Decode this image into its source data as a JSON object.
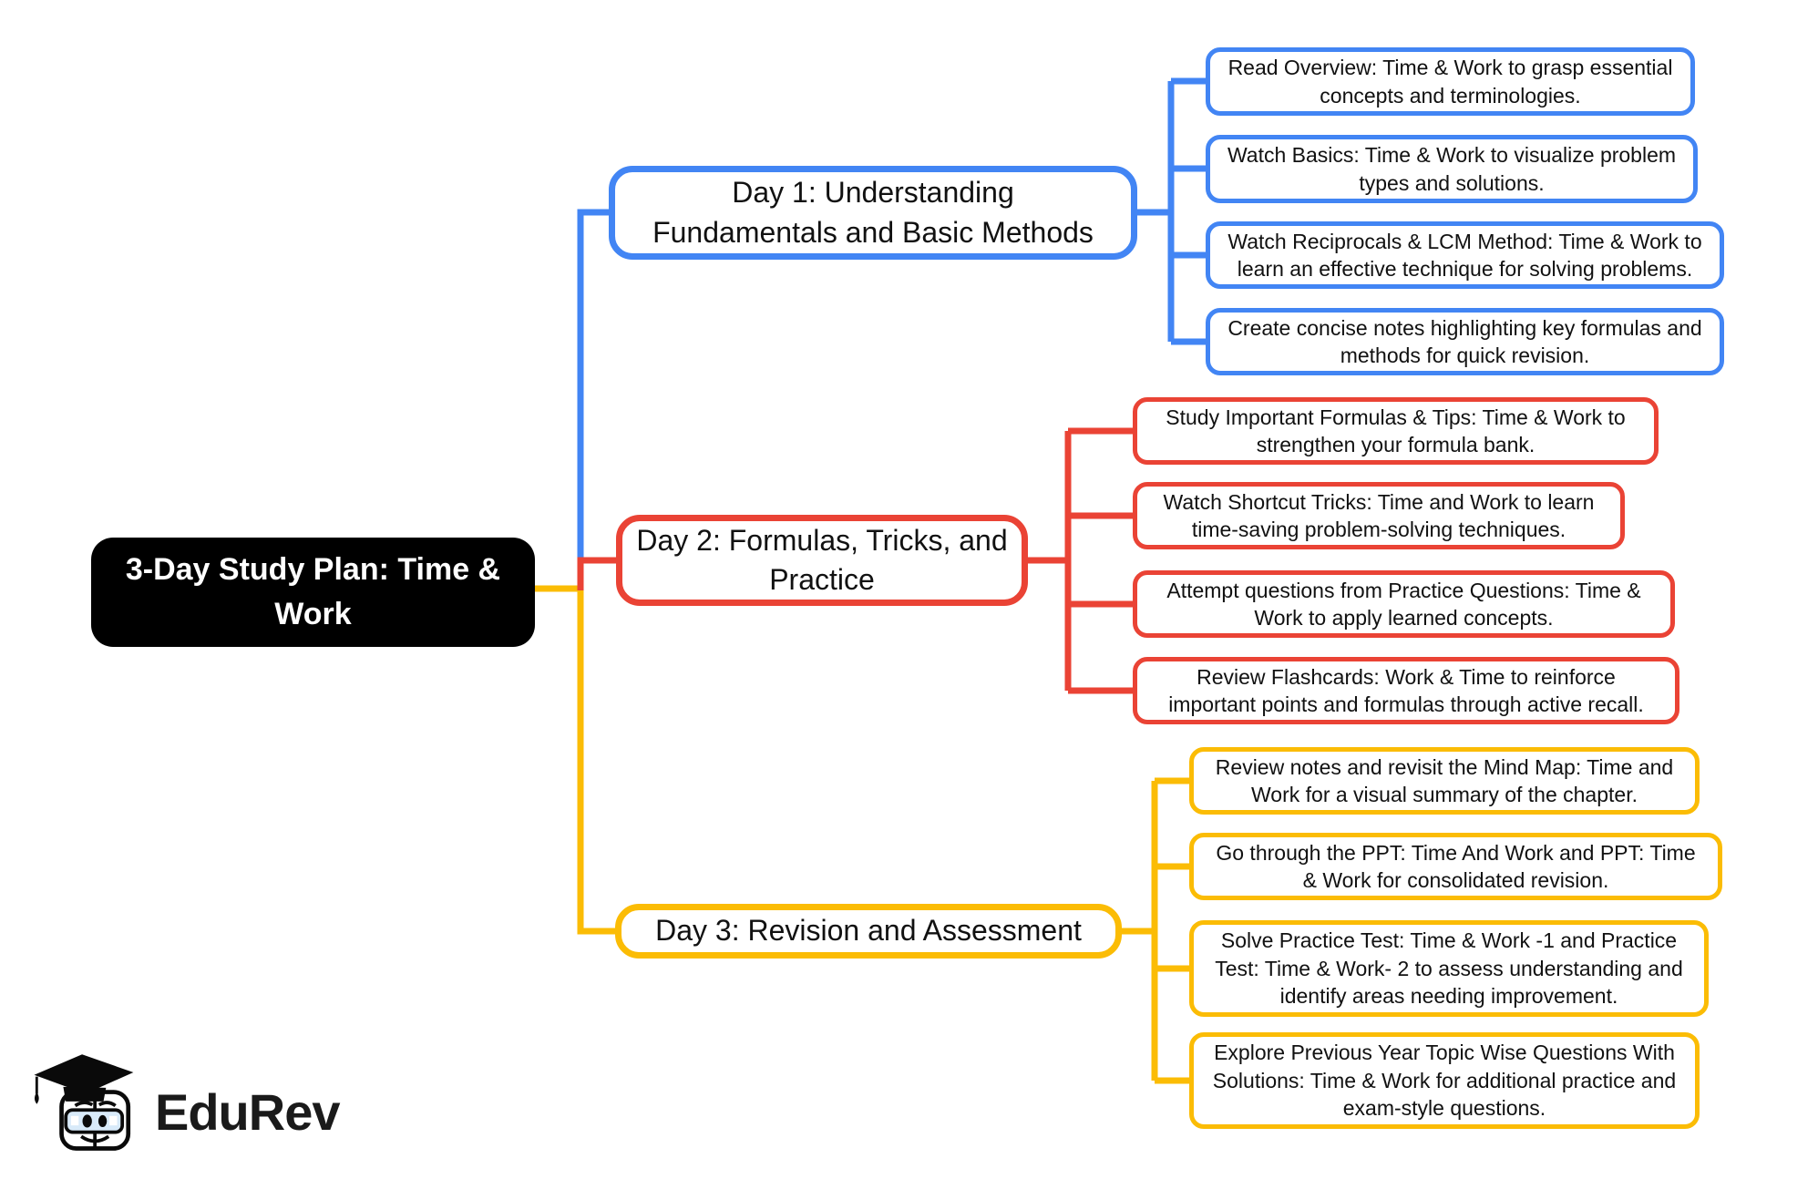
{
  "root": {
    "label": "3-Day Study Plan: Time &\nWork"
  },
  "colors": {
    "day1": "#4285F4",
    "day2": "#EA4335",
    "day3": "#FBBC05",
    "root_bg": "#000000",
    "root_text": "#FFFFFF"
  },
  "branches": [
    {
      "label": "Day 1: Understanding\nFundamentals and Basic Methods",
      "color": "#4285F4",
      "leaves": [
        "Read Overview: Time & Work to grasp essential\nconcepts and terminologies.",
        "Watch Basics: Time & Work to visualize problem\ntypes and solutions.",
        "Watch Reciprocals & LCM Method: Time & Work to\nlearn an effective technique for solving problems.",
        "Create concise notes highlighting key formulas and\nmethods for quick revision."
      ]
    },
    {
      "label": "Day 2: Formulas, Tricks, and\nPractice",
      "color": "#EA4335",
      "leaves": [
        "Study Important Formulas & Tips: Time & Work to\nstrengthen your formula bank.",
        "Watch Shortcut Tricks: Time and Work to learn\ntime-saving problem-solving techniques.",
        "Attempt questions from Practice Questions: Time &\nWork to apply learned concepts.",
        "Review Flashcards: Work & Time to reinforce\nimportant points and formulas through active recall."
      ]
    },
    {
      "label": "Day 3: Revision and Assessment",
      "color": "#FBBC05",
      "leaves": [
        "Review notes and revisit the Mind Map: Time and\nWork for a visual summary of the chapter.",
        "Go through the PPT: Time And Work and PPT: Time\n& Work for consolidated revision.",
        "Solve Practice Test: Time & Work -1 and Practice\nTest: Time & Work- 2 to assess understanding and\nidentify areas needing improvement.",
        "Explore Previous Year Topic Wise Questions With\nSolutions: Time & Work for additional practice and\nexam-style questions."
      ]
    }
  ],
  "logo": {
    "brand": "EduRev"
  }
}
